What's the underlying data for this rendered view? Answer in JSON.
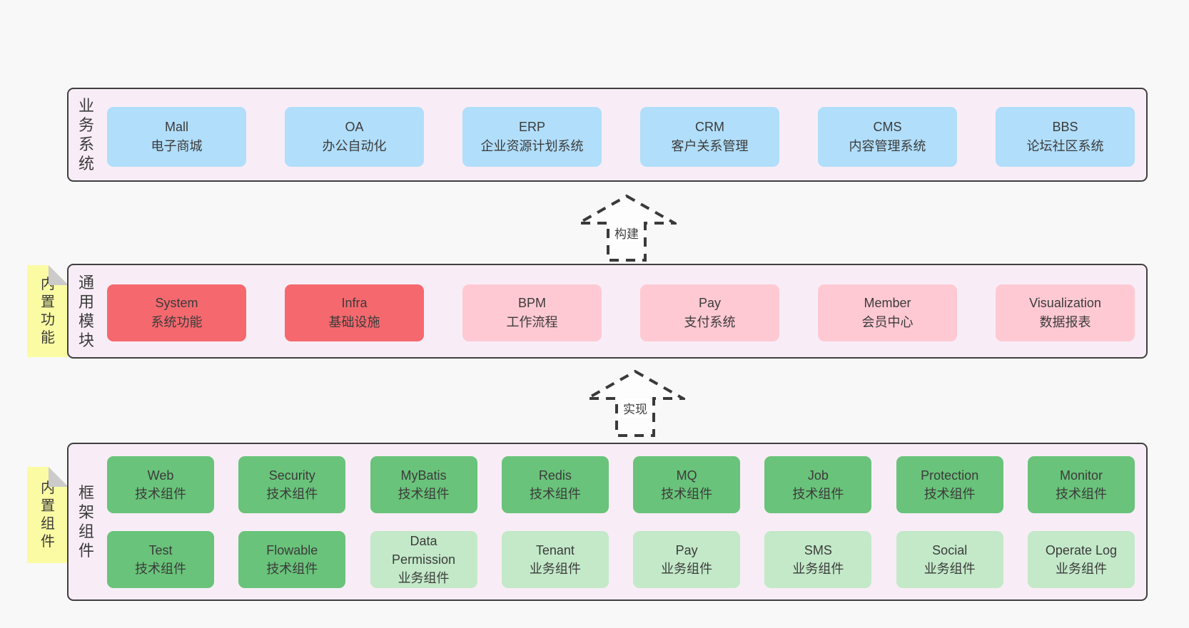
{
  "colors": {
    "page_bg": "#f8f8f8",
    "band_bg": "#f8edf6",
    "band_border": "#3f3f3f",
    "business_blue": "#b1defa",
    "module_red": "#f5696e",
    "module_pink": "#ffc9d3",
    "component_green": "#69c37a",
    "component_light_green": "#c3e9c8",
    "note_yellow": "#fbfba3",
    "note_fold_gray": "#cbcbcb",
    "text": "#3b3b3b"
  },
  "arrows": {
    "build": "构建",
    "implement": "实现"
  },
  "business_systems": {
    "label": "业务系统",
    "boxes": [
      {
        "title": "Mall",
        "subtitle": "电子商城"
      },
      {
        "title": "OA",
        "subtitle": "办公自动化"
      },
      {
        "title": "ERP",
        "subtitle": "企业资源计划系统"
      },
      {
        "title": "CRM",
        "subtitle": "客户关系管理"
      },
      {
        "title": "CMS",
        "subtitle": "内容管理系统"
      },
      {
        "title": "BBS",
        "subtitle": "论坛社区系统"
      }
    ]
  },
  "common_modules": {
    "label": "通用模块",
    "note": "内置功能",
    "boxes": [
      {
        "title": "System",
        "subtitle": "系统功能"
      },
      {
        "title": "Infra",
        "subtitle": "基础设施"
      },
      {
        "title": "BPM",
        "subtitle": "工作流程"
      },
      {
        "title": "Pay",
        "subtitle": "支付系统"
      },
      {
        "title": "Member",
        "subtitle": "会员中心"
      },
      {
        "title": "Visualization",
        "subtitle": "数据报表"
      }
    ]
  },
  "framework_components": {
    "label": "框架组件",
    "note": "内置组件",
    "row1": [
      {
        "title": "Web",
        "subtitle": "技术组件"
      },
      {
        "title": "Security",
        "subtitle": "技术组件"
      },
      {
        "title": "MyBatis",
        "subtitle": "技术组件"
      },
      {
        "title": "Redis",
        "subtitle": "技术组件"
      },
      {
        "title": "MQ",
        "subtitle": "技术组件"
      },
      {
        "title": "Job",
        "subtitle": "技术组件"
      },
      {
        "title": "Protection",
        "subtitle": "技术组件"
      },
      {
        "title": "Monitor",
        "subtitle": "技术组件"
      }
    ],
    "row2": [
      {
        "title": "Test",
        "subtitle": "技术组件"
      },
      {
        "title": "Flowable",
        "subtitle": "技术组件"
      },
      {
        "title": "Data Permission",
        "subtitle": "业务组件"
      },
      {
        "title": "Tenant",
        "subtitle": "业务组件"
      },
      {
        "title": "Pay",
        "subtitle": "业务组件"
      },
      {
        "title": "SMS",
        "subtitle": "业务组件"
      },
      {
        "title": "Social",
        "subtitle": "业务组件"
      },
      {
        "title": "Operate Log",
        "subtitle": "业务组件"
      }
    ]
  }
}
